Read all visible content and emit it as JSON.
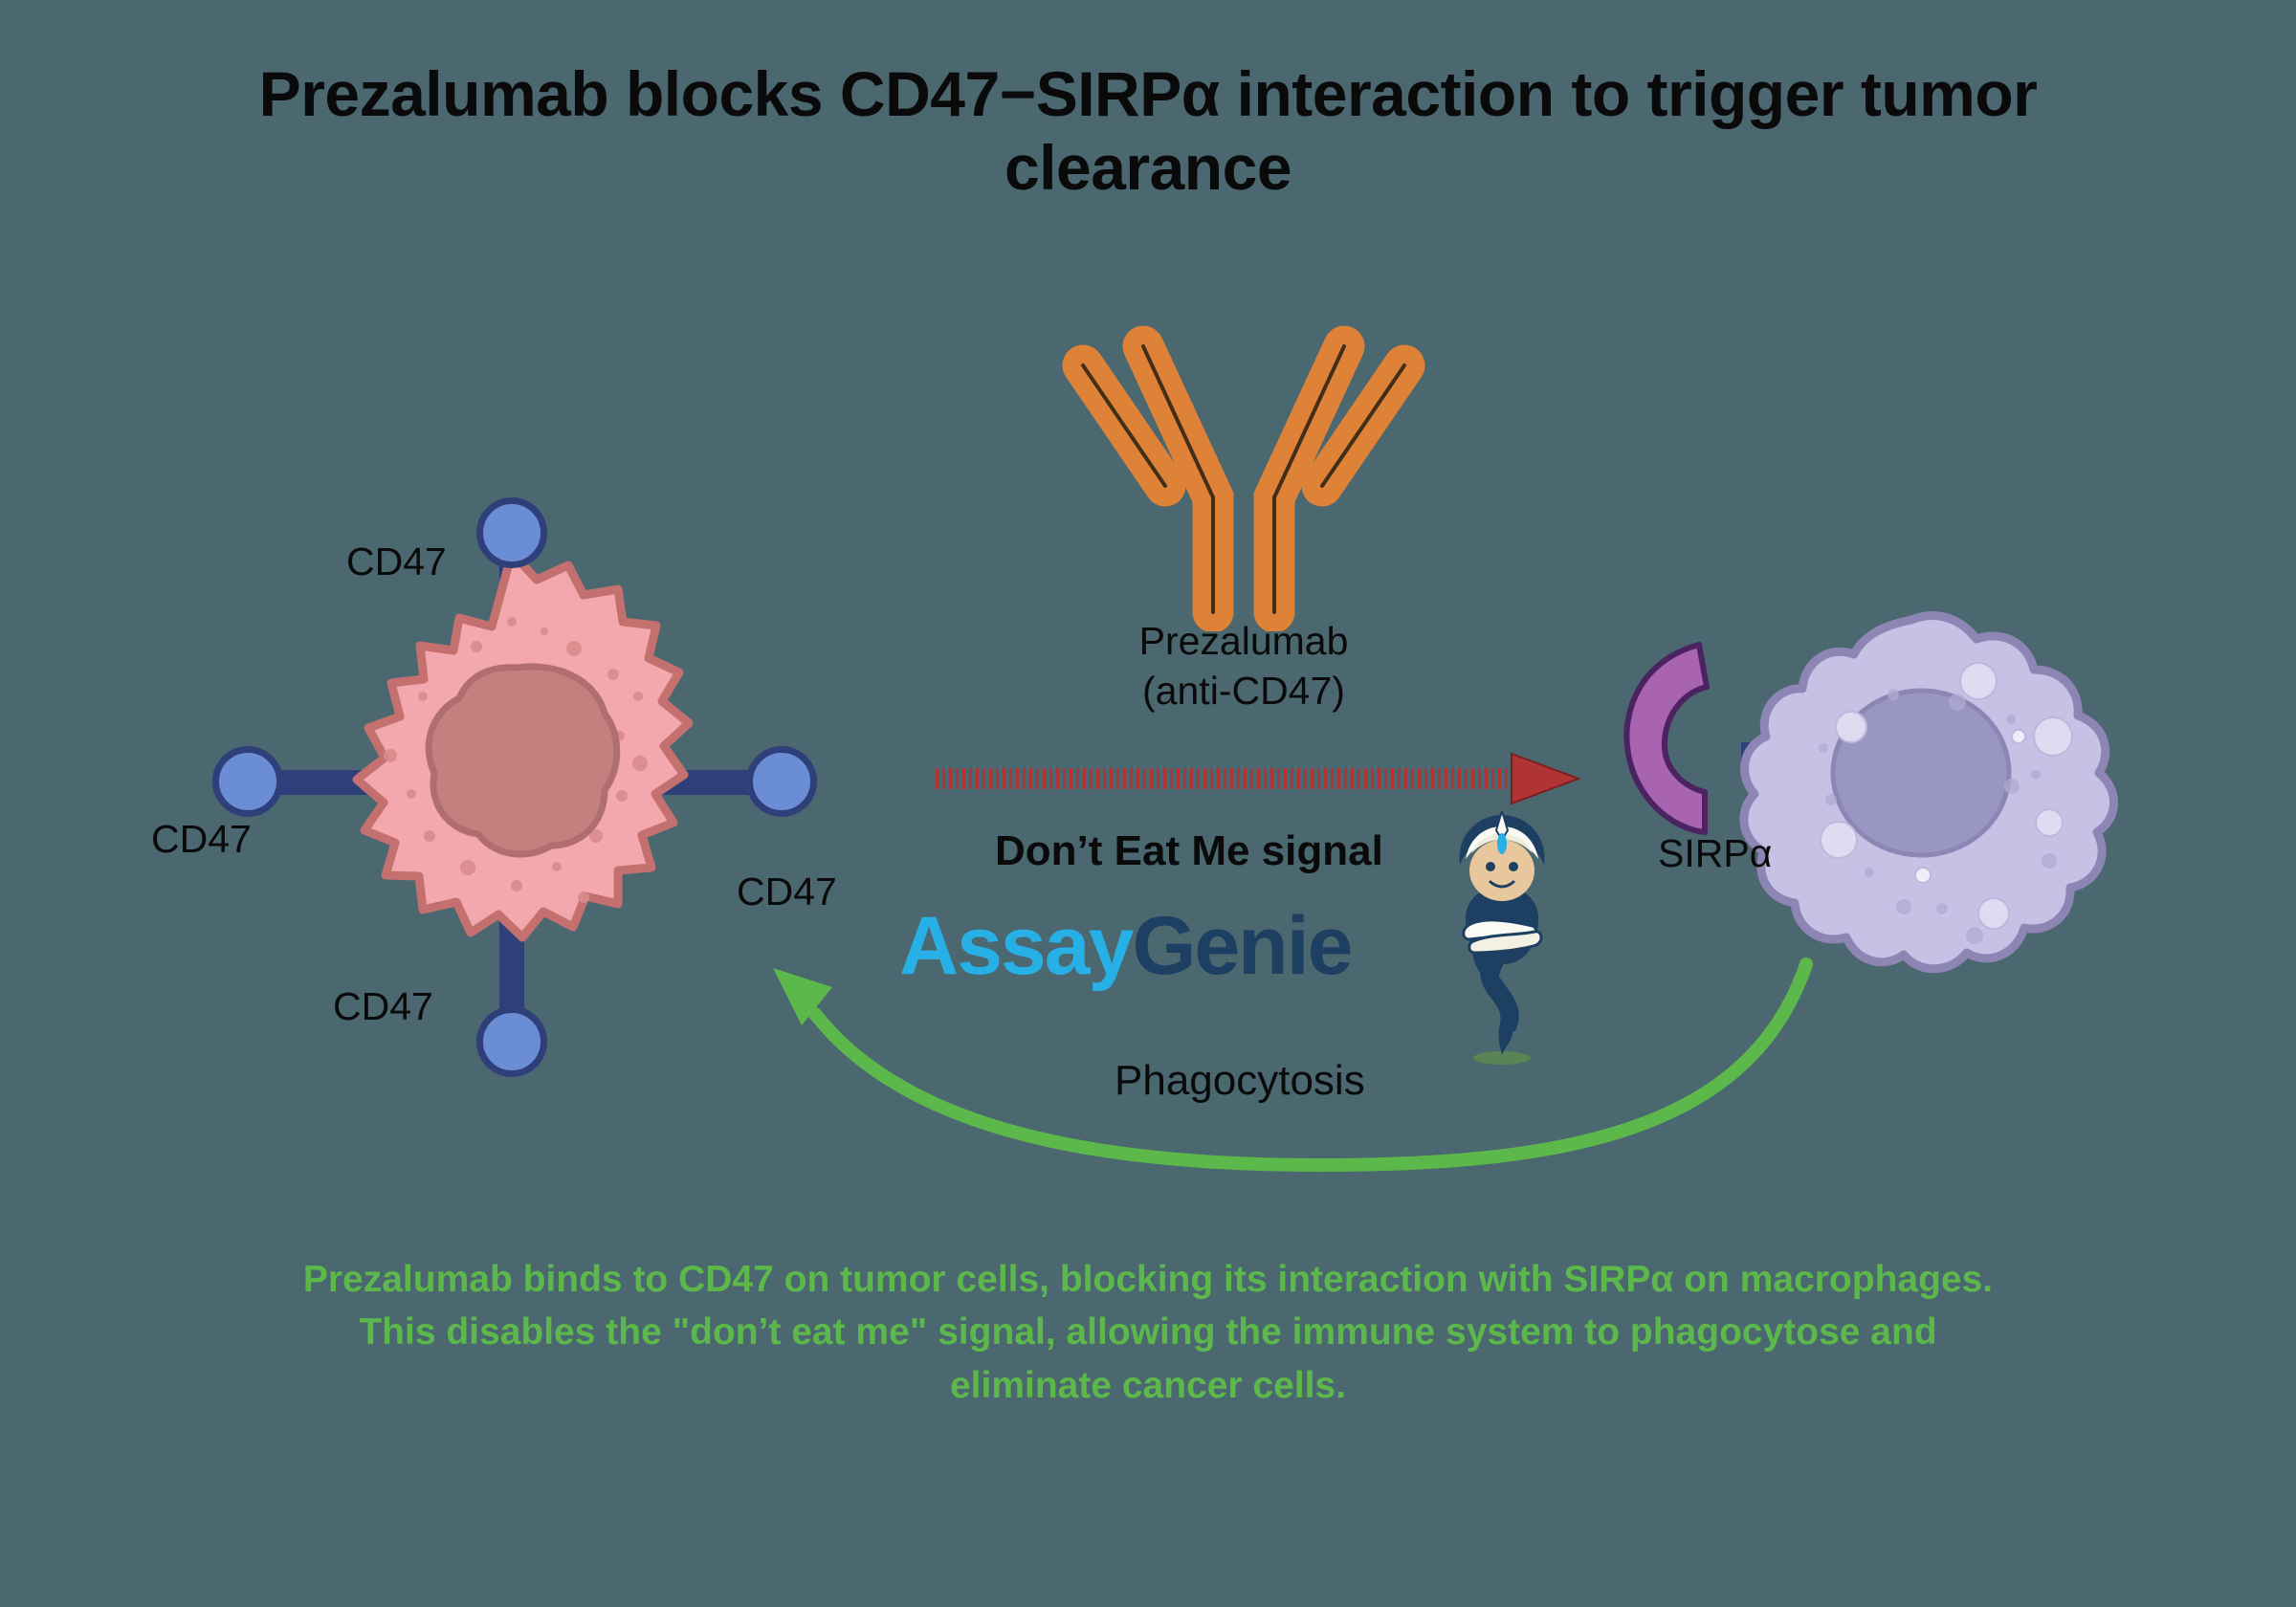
{
  "background_color": "#4b6770",
  "title": "Prezalumab blocks CD47−SIRPα interaction to trigger tumor clearance",
  "tumor_cell": {
    "name": "tumor-cell",
    "membrane_color": "#f2a8ac",
    "membrane_border_color": "#c4706f",
    "nucleus_color": "#c4807e",
    "receptor_labels": [
      {
        "text": "CD47",
        "position": "top"
      },
      {
        "text": "CD47",
        "position": "left"
      },
      {
        "text": "CD47",
        "position": "right"
      },
      {
        "text": "CD47",
        "position": "bottom"
      }
    ],
    "receptor_color": "#6b8dd6",
    "receptor_border_color": "#2f3f7a",
    "receptor_stalk_color": "#2f3f7a"
  },
  "antibody": {
    "label_line1": "Prezalumab",
    "label_line2": "(anti-CD47)",
    "color": "#de8238",
    "border_color": "#3a2a15"
  },
  "macrophage": {
    "name": "macrophage-cell",
    "body_color": "#c6c2e6",
    "body_border_color": "#8d86b5",
    "nucleus_color": "#9a96c2",
    "receptor_label": "SIRPα",
    "receptor_color": "#a864b0",
    "receptor_border_color": "#4a2360",
    "receptor_stalk_color": "#2f3f7a"
  },
  "signals": {
    "dont_eat_me": "Don’t Eat Me signal",
    "dont_eat_me_arrow_color": "#b03434",
    "phagocytosis": "Phagocytosis",
    "phagocytosis_arrow_color": "#5cb84a"
  },
  "logo": {
    "part1": "Assay",
    "part2": "Genie",
    "part1_color": "#27b0e6",
    "part2_color": "#1d3f62",
    "mascot": "genie-mascot"
  },
  "caption": "Prezalumab binds to CD47 on tumor cells, blocking its interaction with SIRPα on macrophages. This disables the \"don’t eat me\" signal, allowing the immune system to phagocytose and eliminate cancer cells.",
  "caption_color": "#5cb84a"
}
